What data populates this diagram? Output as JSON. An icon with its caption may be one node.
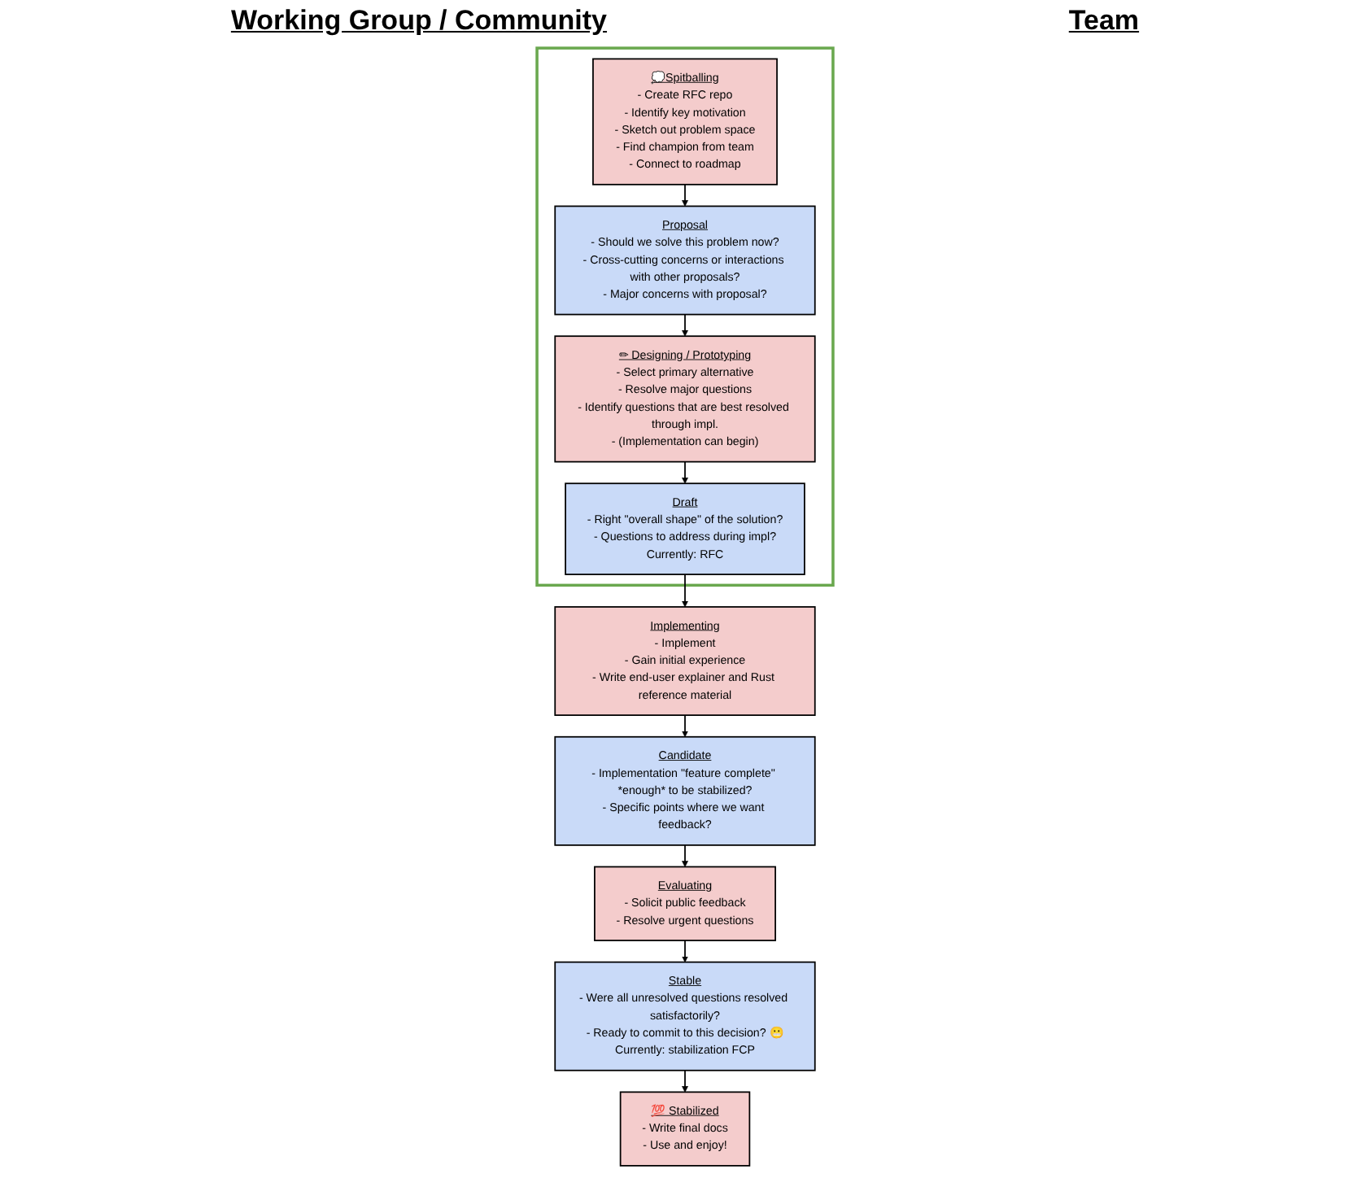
{
  "diagram": {
    "nodes": [
      {
        "text": [],
        "shape": "box"
      },
      {
        "text": [
          "💭Spitballing",
          "- Create RFC repo",
          "- Identify key motivation",
          "- Sketch out problem space",
          "- Find champion from team",
          "- Connect to roadmap"
        ],
        "in": 0
      },
      {
        "text": [
          "Proposal",
          "- Should we solve this problem now?",
          "- Cross-cutting concerns or interactions with other proposals?",
          "- Major concerns with proposal?"
        ],
        "in": 0
      },
      {
        "text": [
          "✏ Designing / Prototyping",
          "- Select primary alternative",
          "- Resolve major questions",
          "- Identify questions that are best resolved through impl.",
          "- (Implementation can begin)"
        ],
        "in": 0
      },
      {
        "text": [
          "Draft",
          "- Right \"overall shape\" of the solution?",
          "- Questions to address during impl?",
          "Currently: RFC"
        ],
        "in": 0
      },
      {
        "text": [
          "Implementing",
          "- Implement",
          "- Gain initial experience",
          "- Write end-user explainer and Rust reference material"
        ]
      },
      {
        "text": [
          "Candidate",
          "- Implementation \"feature complete\" *enough* to be stabilized?",
          "- Specific points where we want feedback?"
        ]
      },
      {
        "text": [
          "Evaluating",
          "- Solicit public feedback",
          "- Resolve urgent questions"
        ]
      },
      {
        "text": [
          "Stable",
          "- Were all unresolved questions resolved satisfactorily?",
          "- Ready to commit to this decision? 😬",
          "Currently: stabilization FCP"
        ]
      },
      {
        "text": [
          "💯 Stabilized",
          "- Write final docs",
          "- Use and enjoy!"
        ]
      }
    ],
    "edges": [
      {
        "from": 1,
        "to": 2,
        "arrow": "to"
      },
      {
        "from": 2,
        "to": 3,
        "arrow": "to"
      },
      {
        "from": 3,
        "to": 4,
        "arrow": "to"
      },
      {
        "from": 4,
        "to": 5,
        "arrow": "to"
      },
      {
        "from": 5,
        "to": 6,
        "arrow": "to"
      },
      {
        "from": 6,
        "to": 7,
        "arrow": "to"
      },
      {
        "from": 7,
        "to": 8,
        "arrow": "to"
      },
      {
        "from": 8,
        "to": 9,
        "arrow": "to"
      }
    ],
    "labels": [
      "Working Group / Community",
      "Team"
    ]
  }
}
